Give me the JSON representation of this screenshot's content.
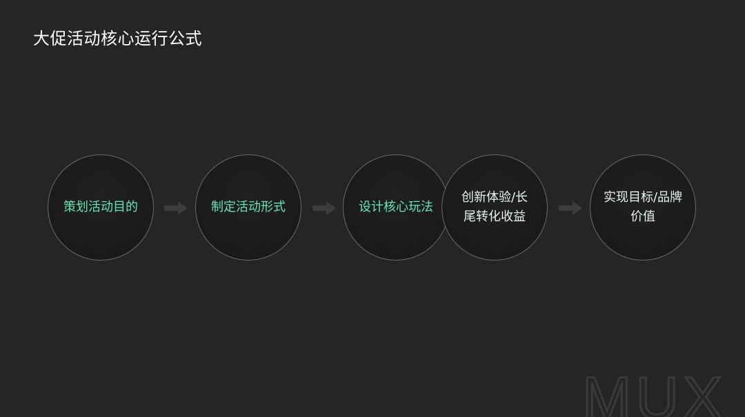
{
  "title": "大促活动核心运行公式",
  "steps": [
    {
      "label": "策划活动目的",
      "color": "#63e6b4"
    },
    {
      "label": "制定活动形式",
      "color": "#63e6b4"
    },
    {
      "label": "设计核心玩法",
      "color": "#63e6b4"
    },
    {
      "label": "创新体验/长\n尾转化收益",
      "color": "#e8f2ec"
    },
    {
      "label": "实现目标/品牌\n价值",
      "color": "#e8f2ec"
    }
  ],
  "watermark": "MUX",
  "colors": {
    "background": "#252525",
    "accent": "#63e6b4",
    "circle_border": "#6a6a6a",
    "arrow": "#3c3c3c"
  }
}
